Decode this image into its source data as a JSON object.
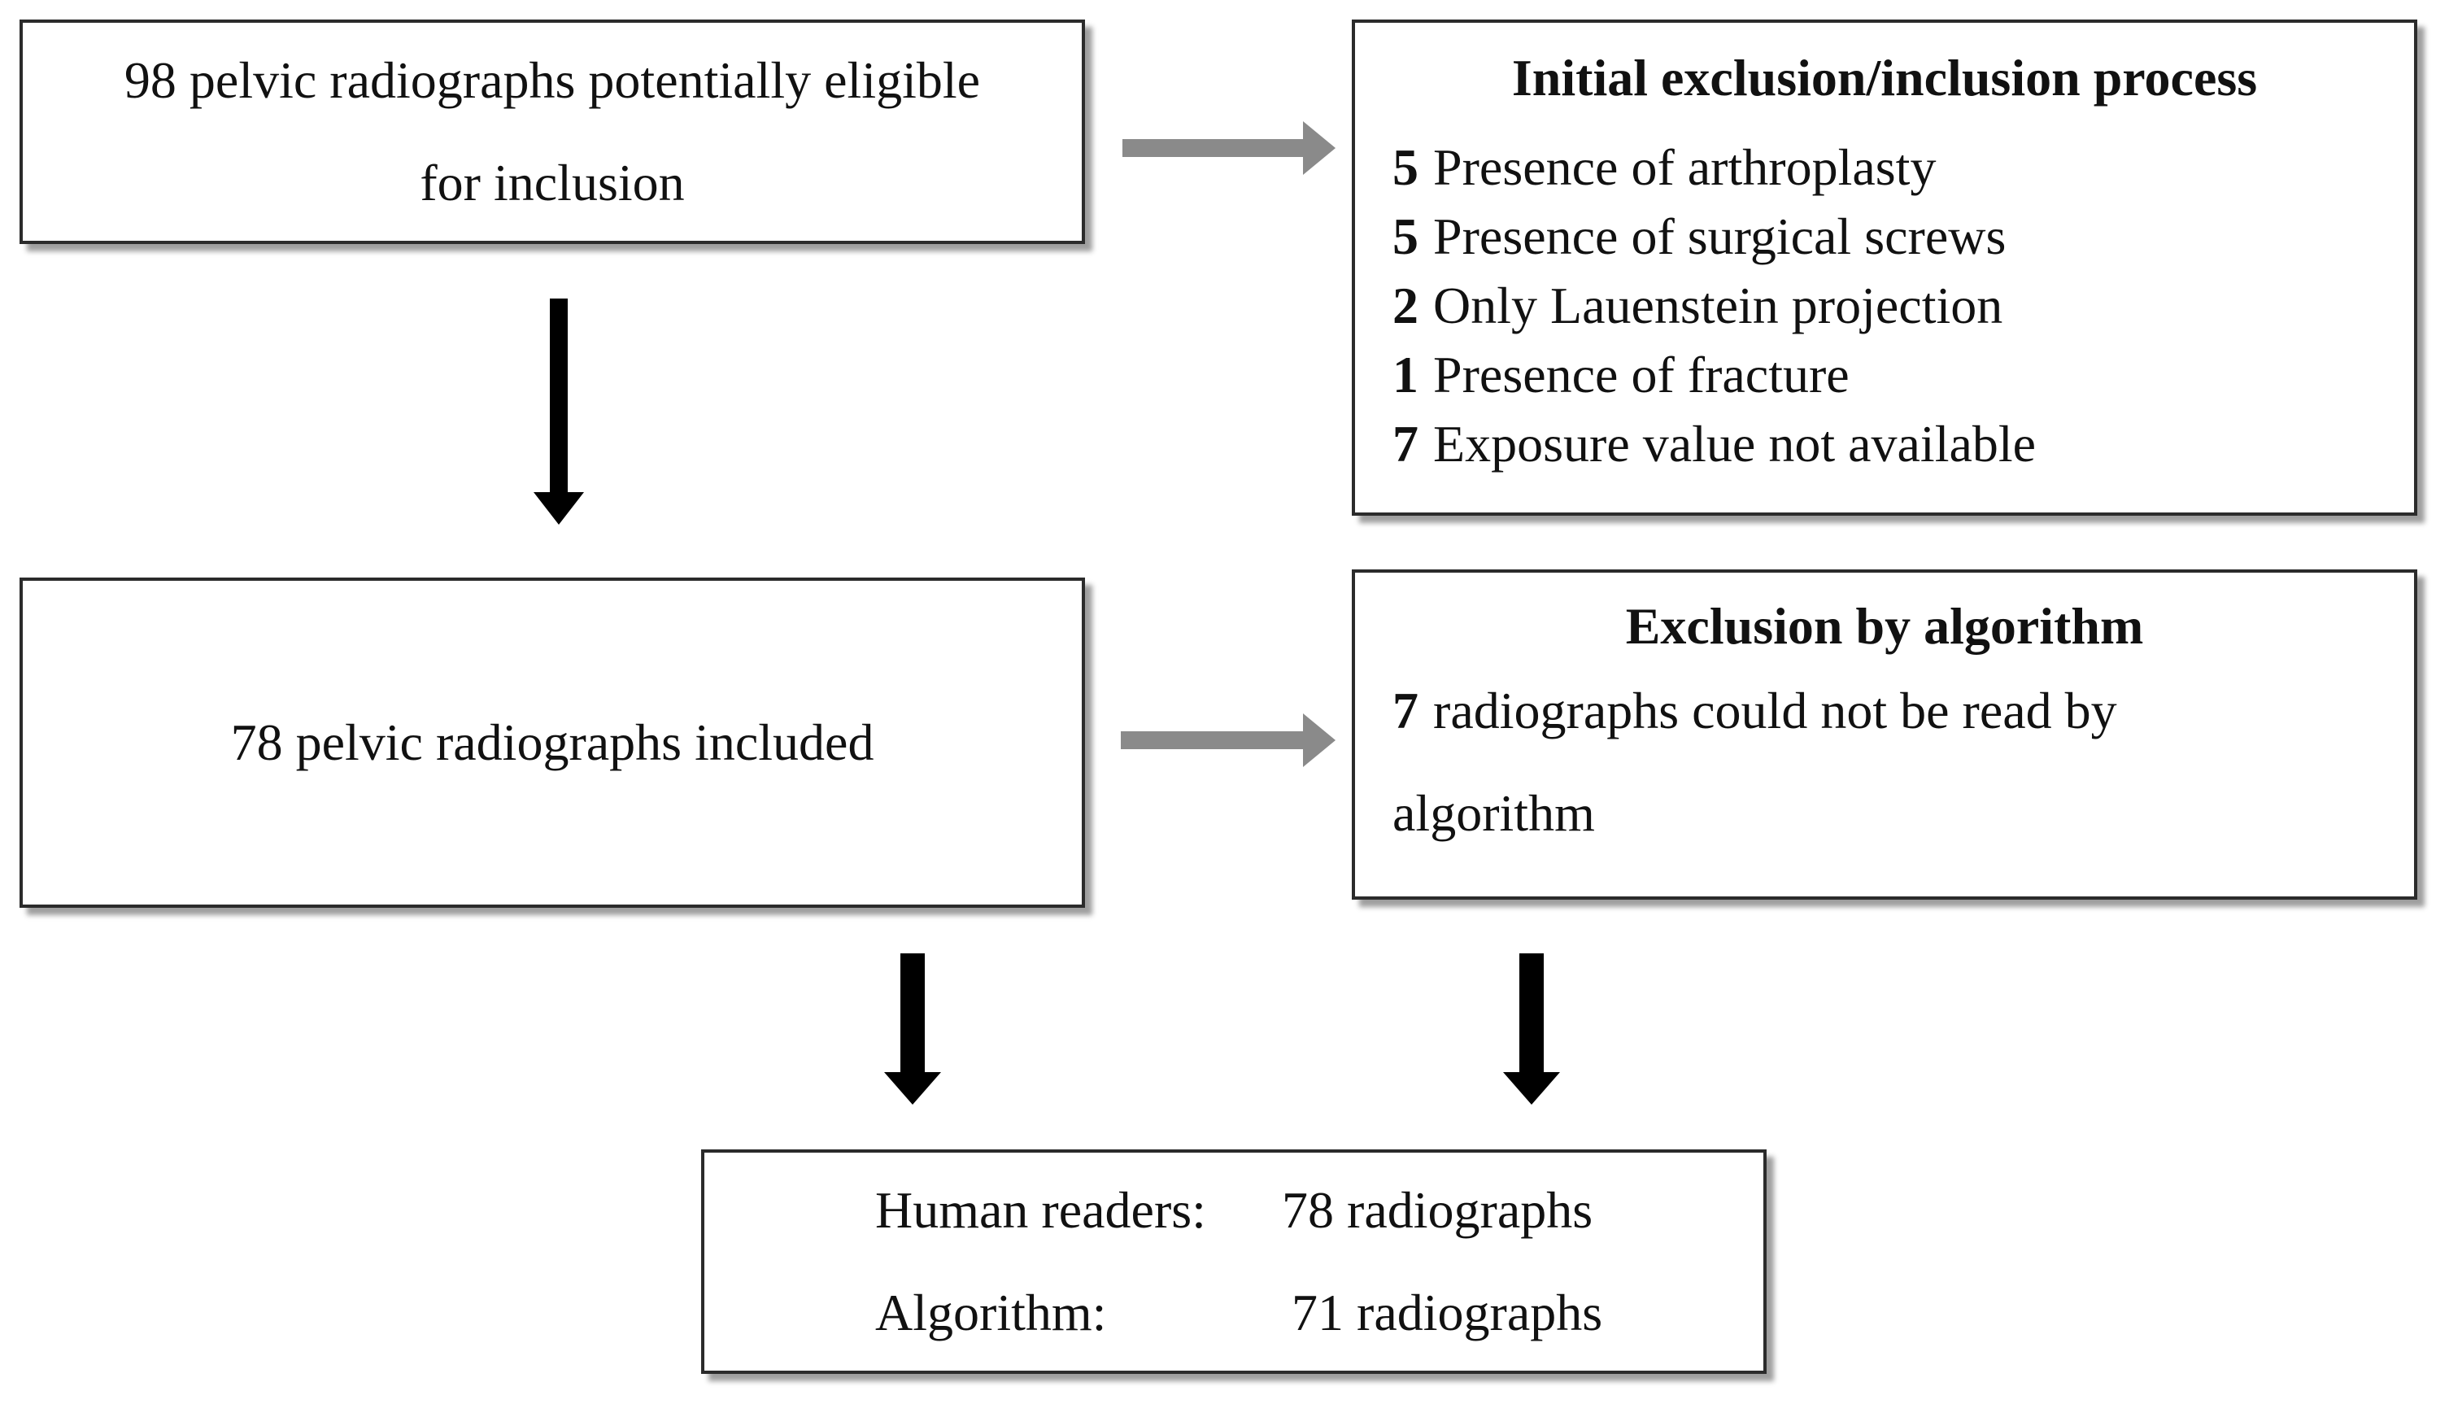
{
  "colors": {
    "box_border": "#2b2b2b",
    "arrow_gray": "#8a8a8a",
    "arrow_black": "#000000"
  },
  "eligible": {
    "line1": "98 pelvic radiographs potentially eligible",
    "line2": "for inclusion"
  },
  "initial": {
    "title": "Initial exclusion/inclusion process",
    "items": [
      {
        "count": "5",
        "reason": "Presence of arthroplasty"
      },
      {
        "count": "5",
        "reason": "Presence of surgical screws"
      },
      {
        "count": "2",
        "reason": "Only Lauenstein projection"
      },
      {
        "count": "1",
        "reason": "Presence of fracture"
      },
      {
        "count": "7",
        "reason": "Exposure value not available"
      }
    ]
  },
  "included": {
    "text": "78 pelvic radiographs included"
  },
  "algorithm_exclusion": {
    "title": "Exclusion by algorithm",
    "count": "7",
    "line1": "radiographs could not be read by",
    "line2": "algorithm"
  },
  "results": {
    "human_label": "Human readers:",
    "human_value": "78 radiographs",
    "algo_label": "Algorithm:",
    "algo_value": "71 radiographs"
  }
}
